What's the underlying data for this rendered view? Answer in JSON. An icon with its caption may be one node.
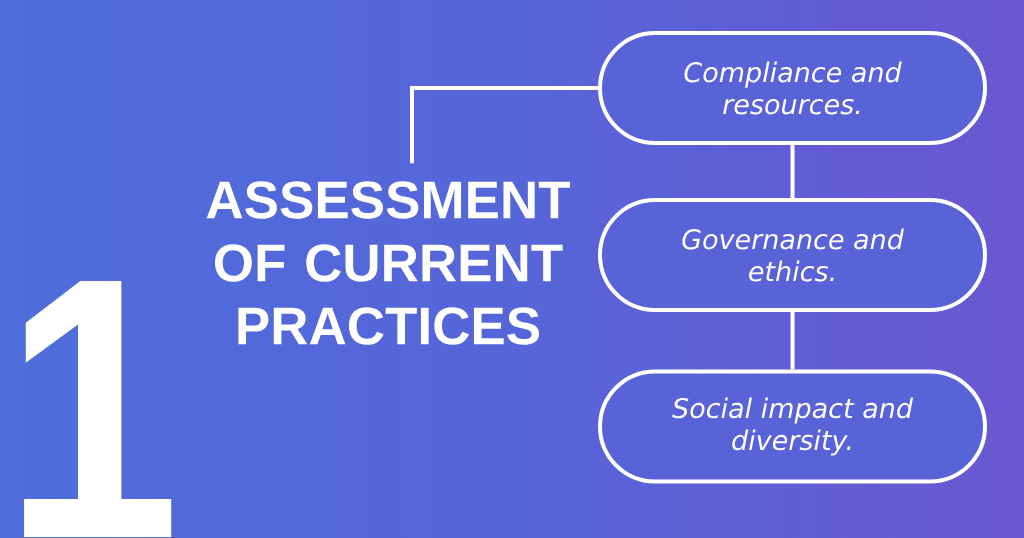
{
  "diagram": {
    "nodes": [
      {
        "text": [
          "ASSESSMENT OF CURRENT PRACTICES"
        ]
      },
      {
        "text": [
          "Compliance and resources."
        ]
      },
      {
        "text": [
          "Governance and ethics."
        ]
      },
      {
        "text": [
          "Social impact and diversity."
        ]
      }
    ],
    "edges": [
      {
        "from": 0,
        "to": 1,
        "arrow": "none"
      },
      {
        "from": 1,
        "to": 2,
        "arrow": "none"
      },
      {
        "from": 2,
        "to": 3,
        "arrow": "none"
      }
    ],
    "labels": [
      "1"
    ]
  }
}
